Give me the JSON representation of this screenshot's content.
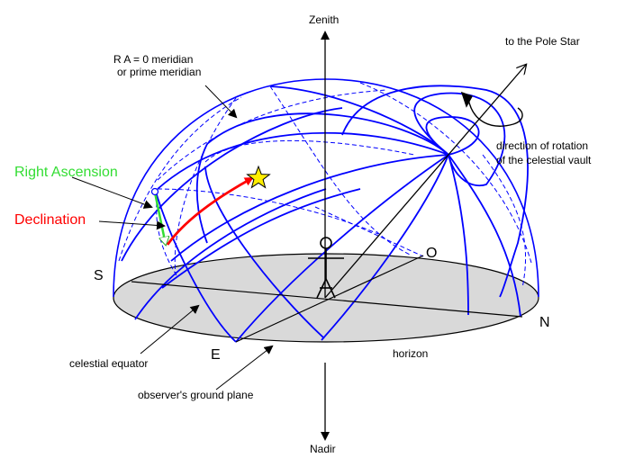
{
  "labels": {
    "zenith": "Zenith",
    "nadir": "Nadir",
    "pole_star": "to the Pole Star",
    "ra_line1": "R A = 0  meridian",
    "ra_line2": "or prime meridian",
    "rotation_line1": "direction of rotation",
    "rotation_line2": "of the celestial vault",
    "right_ascension": "Right Ascension",
    "declination": "Declination",
    "celestial_equator": "celestial equator",
    "horizon": "horizon",
    "ground_plane": "observer's ground plane",
    "south": "S",
    "north": "N",
    "east": "E",
    "observer": "O"
  },
  "colors": {
    "sphere_lines": "#0000ff",
    "ground_fill": "#d9d9d9",
    "right_ascension": "#33dd33",
    "declination": "#ff0000",
    "star_fill": "#ffee00",
    "outline": "#000000"
  },
  "icons": {
    "star": "star-icon",
    "observer": "stick-figure-icon",
    "rotation": "rotation-arrow-icon"
  }
}
